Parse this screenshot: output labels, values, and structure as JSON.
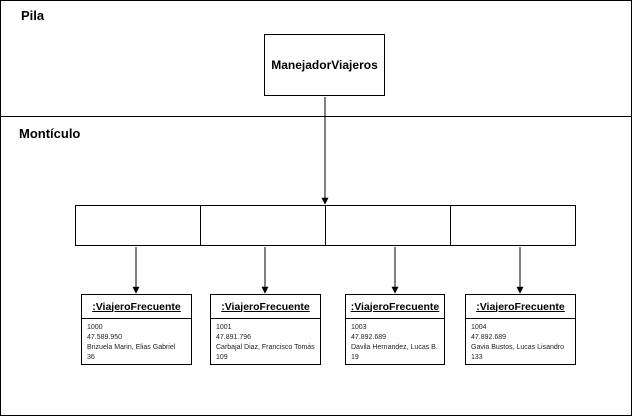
{
  "stack": {
    "title": "Pila"
  },
  "heap": {
    "title": "Montículo"
  },
  "manager": {
    "label": "ManejadorViajeros"
  },
  "objects": [
    {
      "header": ":ViajeroFrecuente",
      "number": "1000",
      "dni": "47.589.950",
      "name": "Brizuela Marin, Elias Gabriel",
      "miles": "36"
    },
    {
      "header": ":ViajeroFrecuente",
      "number": "1001",
      "dni": "47.891.796",
      "name": "Carbajal Diaz, Francisco Tomás",
      "miles": "109"
    },
    {
      "header": ":ViajeroFrecuente",
      "number": "1003",
      "dni": "47.892.689",
      "name": "Davila Hernandez, Lucas B.",
      "miles": "19"
    },
    {
      "header": ":ViajeroFrecuente",
      "number": "1004",
      "dni": "47.892.689",
      "name": "Gavia Bustos, Lucas Lisandro",
      "miles": "133"
    }
  ]
}
